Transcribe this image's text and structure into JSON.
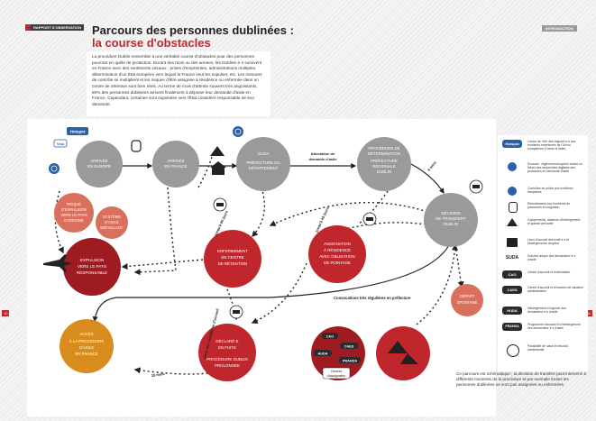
{
  "header": {
    "tag_left_red": "",
    "tag_left_dark": "RAPPORT D'OBSERVATION",
    "tag_right": "INTRODUCTION",
    "title": "Parcours des personnes dublinées :",
    "subtitle": "la course d'obstacles"
  },
  "intro": "La procédure Dublin ressemble à une véritable course d'obstacles pour des personnes pourrant en quête de protection. Durant des mois ou des années, les Dubliné·e·s survivent en France avec des sentiments sinueux : prises d'empreintes, administrations multiples, détermination d'un État européen vers lequel la France veut les expulser, etc. Les mesures de contrôle se multiplient et les risques d'être assignée à résidence ou enfermée dans un centre de rétention sont bien réels. Au terme de mois d'attente souvent très angoissants, 80% des personnes dublinées arrivent finalement à déposer leur demande d'asile en France. Cependant, certaines sont expulsées vers l'État considéré responsable de leur demande.",
  "page_numbers": {
    "left": "10",
    "right": "11"
  },
  "diagram": {
    "hotspot_top": "Hotspot",
    "visa": "Visa",
    "arrivee_europe": [
      "ARRIVÉE",
      "EN EUROPE"
    ],
    "arrivee_france": [
      "ARRIVÉE",
      "EN FRANCE"
    ],
    "guda": [
      "GUDA",
      "PRÉFECTURE DU",
      "DÉPARTEMENT"
    ],
    "attestation": [
      "Attestation de",
      "demande d'asile"
    ],
    "procedure": [
      "PROCÉDURE DE",
      "DÉTERMINATION",
      "PRÉFECTURE",
      "RÉGIONALE",
      "DUBLIN"
    ],
    "six_mois": "6 mois",
    "decision": [
      "DÉCISION",
      "DE TRANSFERT",
      "DUBLIN"
    ],
    "risque": [
      "RISQUE",
      "D'EXPULSION",
      "VERS LE PAYS",
      "D'ORIGINE"
    ],
    "systeme": [
      "SYSTÈME",
      "D'ASILE",
      "DÉFAILLANT"
    ],
    "expulsion": [
      "EXPULSION",
      "VERS LE PAYS",
      "RESPONSABLE"
    ],
    "enfermement": [
      "ENFERMEMENT",
      "EN CENTRE",
      "DE RÉTENTION"
    ],
    "jusqua90": "jusqu'à 90 jours",
    "assignation": [
      "ASSIGNATION",
      "À RÉSIDENCE",
      "AVEC OBLIGATION",
      "DE POINTAGE"
    ],
    "jusqua45": "jusqu'à 45 jours",
    "depart": [
      "DÉPART",
      "SPONTANÉ"
    ],
    "convocations": "Convocations très régulières en préfecture",
    "acces": [
      "ACCÈS",
      "À LA PROCÉDURE",
      "D'ASILE",
      "EN FRANCE"
    ],
    "declare": [
      "DÉCLARÉ·E",
      "EN FUITE",
      "",
      "PROCÉDURE DUBLIN",
      "PROLONGÉE"
    ],
    "apres_conditions": "perte des conditions d'accueil",
    "dix_huit": "18 mois",
    "cao": "CAO",
    "caes": "CAES",
    "huda": "HUDA",
    "prahda": "PRAHDA",
    "centres": [
      "Centres",
      "d'assignation"
    ]
  },
  "legend": {
    "items": [
      {
        "icon": "Hotspot",
        "text": "Centre de «tri» des migrant·e·s aux frontières extérieures de l'Union européenne (Grèce et Italie)"
      },
      {
        "icon": "eurodac-icon",
        "text": "Eurodac : règlement européen créant un fichier des empreintes digitales des personnes en demande d'asile"
      },
      {
        "icon": "police-icon",
        "text": "Contrôles de police aux frontières françaises"
      },
      {
        "icon": "stop-hand-icon",
        "text": "Refoulements aux frontières de personnes en migration"
      },
      {
        "icon": "tent-icon",
        "text": "Campements, absence d'hébergement et grande précarité"
      },
      {
        "icon": "house-icon",
        "text": "Lieux d'accueil des exilé·e·s et hébergements citoyens"
      },
      {
        "icon": "SUDA",
        "text": "Guichet unique des demandeur·e·s d'asile"
      },
      {
        "icon": "CAO",
        "text": "Centre d'accueil et d'orientation"
      },
      {
        "icon": "CAES",
        "text": "Centre d'accueil et d'examen de situation administrative"
      },
      {
        "icon": "HUDA",
        "text": "Hébergement d'urgence des demandeur·e·s d'asile"
      },
      {
        "icon": "PRAHDA",
        "text": "Programme d'accueil et d'hébergement des demandeur·e·s d'asile"
      },
      {
        "icon": "judge-icon",
        "text": "Possibilité de saisir le tribunal administratif"
      }
    ]
  },
  "bottom_text": "Ce parcours est schématique ; la décision de transfert peut intervenir à différents moments de la procédure et par exemple toutes les personnes dublinées ne sont pas assignées ou enfermées.",
  "colors": {
    "red": "#c0272d",
    "dark_red": "#9e1b22",
    "grey": "#9a9a9a",
    "salmon": "#d9705e",
    "orange": "#d98c1e",
    "dark": "#2b2b2b",
    "blue": "#2b5fa8"
  }
}
